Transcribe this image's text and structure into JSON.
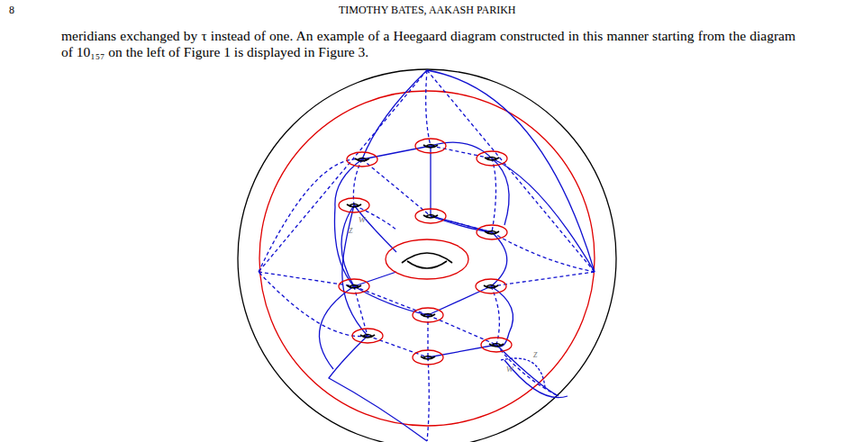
{
  "diagram": {
    "labels": [
      "8",
      "TIMOTHY BATES, AAKASH PARIKH",
      "meridians exchanged by τ instead of one. An example of a Heegaard diagram constructed in this manner starting from the diagram of 10₁₅₇ on the left of Figure 1 is displayed in Figure 3.",
      "w",
      "z",
      "w",
      "z"
    ]
  }
}
